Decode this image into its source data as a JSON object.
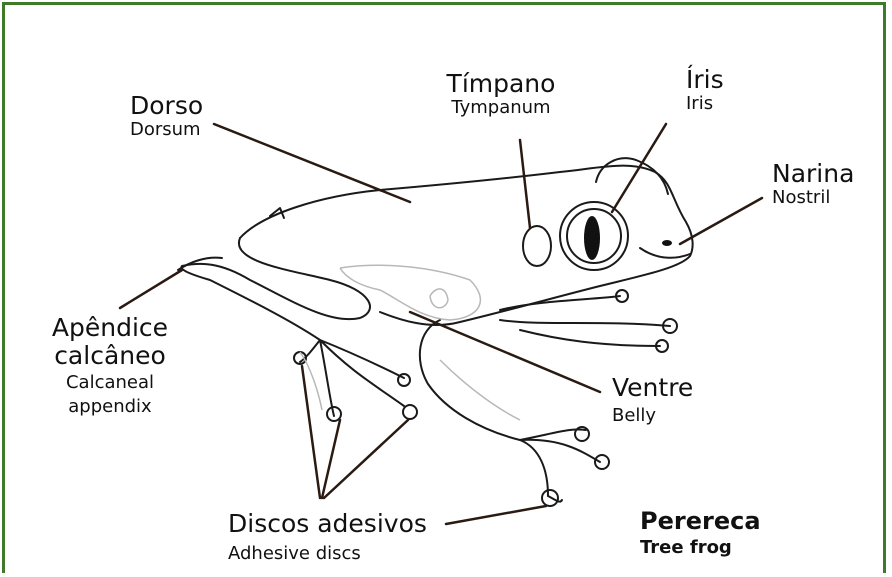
{
  "labels": {
    "dorso": {
      "pt": "Dorso",
      "en": "Dorsum"
    },
    "timpano": {
      "pt": "Tímpano",
      "en": "Tympanum"
    },
    "iris": {
      "pt": "Íris",
      "en": "Iris"
    },
    "narina": {
      "pt": "Narina",
      "en": "Nostril"
    },
    "apendice": {
      "pt1": "Apêndice",
      "pt2": "calcâneo",
      "en1": "Calcaneal",
      "en2": "appendix"
    },
    "ventre": {
      "pt": "Ventre",
      "en": "Belly"
    },
    "discos": {
      "pt": "Discos adesivos",
      "en": "Adhesive discs"
    }
  },
  "title": {
    "pt": "Perereca",
    "en": "Tree frog"
  },
  "colors": {
    "frame": "#3f7a2a",
    "leader": "#2a1a12",
    "outline": "#1a1a1a",
    "pattern": "#b8b8b8"
  }
}
